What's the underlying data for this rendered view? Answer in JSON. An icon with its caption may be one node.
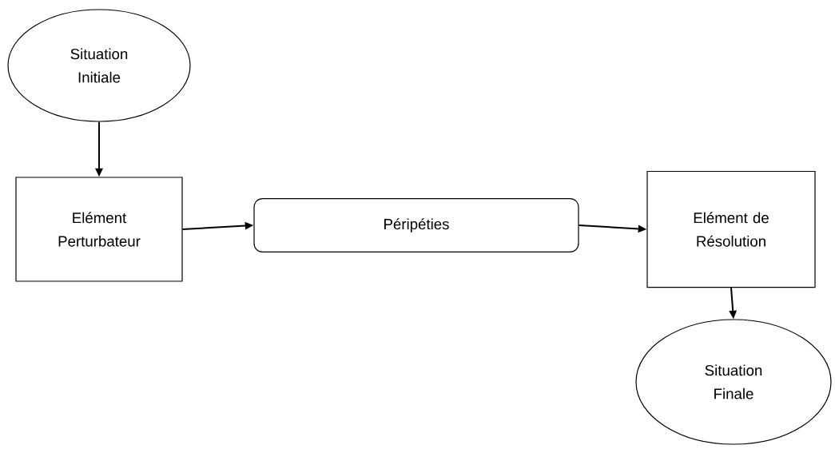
{
  "diagram": {
    "nodes": [
      {
        "text": [
          "Situation Initiale"
        ]
      },
      {
        "text": [
          "Elément Perturbateur"
        ]
      },
      {
        "text": [
          "Péripéties"
        ]
      },
      {
        "text": [
          "Elément de Résolution"
        ]
      },
      {
        "text": [
          "Situation Finale"
        ]
      }
    ],
    "edges": [
      {
        "from": 0,
        "to": 1,
        "arrow": "to"
      },
      {
        "from": 1,
        "to": 2,
        "arrow": "to"
      },
      {
        "from": 2,
        "to": 3,
        "arrow": "to"
      },
      {
        "from": 3,
        "to": 4,
        "arrow": "to"
      }
    ]
  }
}
